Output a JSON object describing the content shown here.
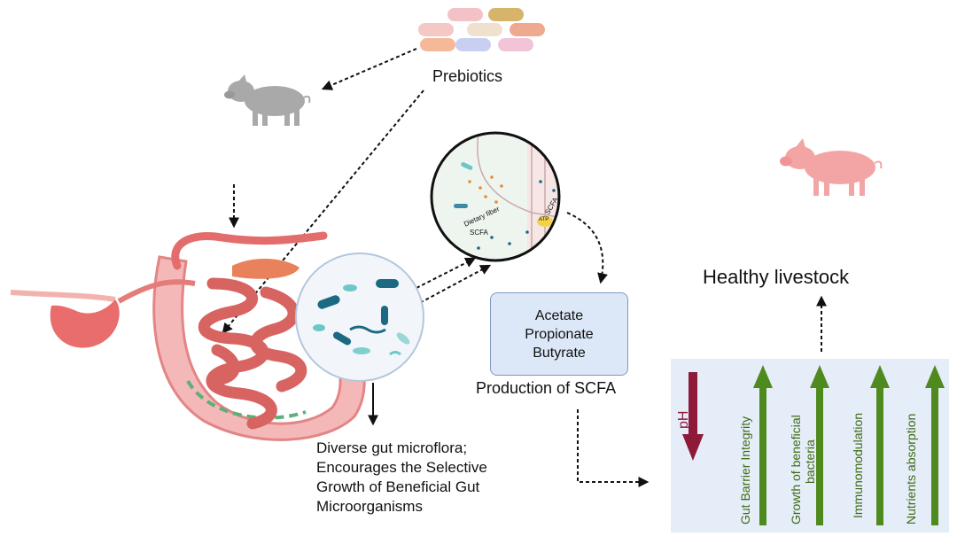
{
  "labels": {
    "prebiotics": "Prebiotics",
    "healthy_livestock": "Healthy livestock",
    "scfa_types": [
      "Acetate",
      "Propionate",
      "Butyrate"
    ],
    "production": "Production of SCFA",
    "microflora_lines": [
      "Diverse gut microflora;",
      "Encourages the Selective",
      "Growth of Beneficial Gut",
      "Microorganisms"
    ],
    "zoom_dietary_fiber": "Dietary fiber",
    "zoom_scfa_left": "SCFA",
    "zoom_scfa_right": "SCFA",
    "zoom_atp": "ATP"
  },
  "effects": {
    "ph": "pH",
    "benefits": [
      "Gut Barrier Integrity",
      "Growth of beneficial",
      "bacteria",
      "Immunomodulation",
      "Nutrients absorption"
    ]
  },
  "colors": {
    "green_arrow": "#4f8a1f",
    "red_arrow": "#8e1a3a",
    "panel": "#e5edf9",
    "intestine": "#e47d7a",
    "pig_healthy": "#f3a5a5",
    "pig_gray": "#a9a9a9"
  },
  "icons": [
    "pill-icon",
    "pig-icon",
    "bacteria-icon",
    "intestine-icon",
    "zoom-lens-icon"
  ]
}
